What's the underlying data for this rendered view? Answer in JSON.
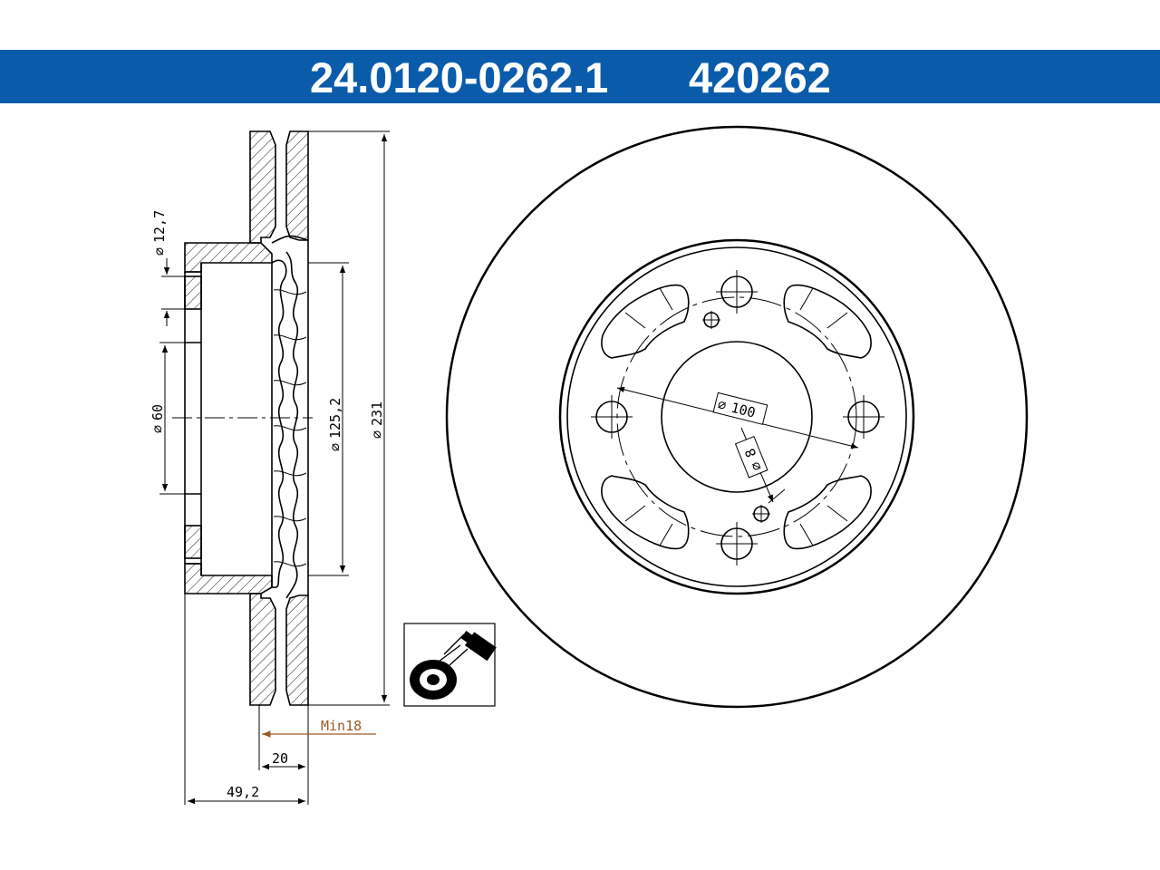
{
  "header": {
    "part_number": "24.0120-0262.1",
    "alt_number": "420262",
    "background_color": "#0a5cab",
    "text_color": "#ffffff"
  },
  "dimensions": {
    "hole_dia": "12,7",
    "center_bore": "60",
    "hat_dia": "125,2",
    "outer_dia": "231",
    "min_thickness": "Min18",
    "thickness": "20",
    "total_height": "49,2",
    "pcd": "100",
    "small_hole": "8"
  },
  "symbols": {
    "diameter": "∅",
    "spray_icon": "coating-spray-icon"
  },
  "colors": {
    "lines": "#000000",
    "min_dimension": "#9a5a24"
  }
}
